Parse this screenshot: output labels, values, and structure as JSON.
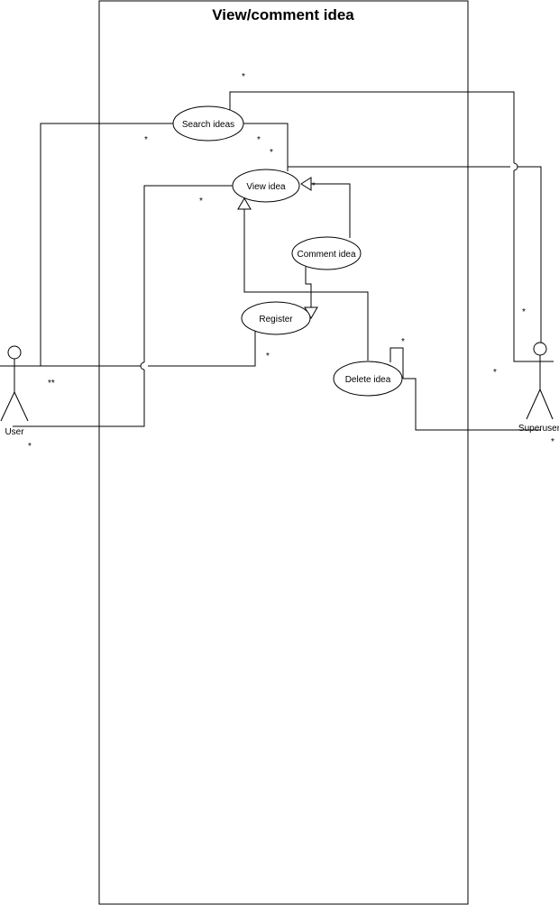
{
  "diagram": {
    "title": "View/comment idea",
    "use_cases": {
      "search_ideas": "Search ideas",
      "view_idea": "View idea",
      "comment_idea": "Comment idea",
      "register": "Register",
      "delete_idea": "Delete idea"
    },
    "actors": {
      "user": "User",
      "superuser": "Superuser"
    },
    "multiplicities": {
      "m1": "*",
      "m2": "*",
      "m3": "*",
      "m4": "*",
      "m5": "*",
      "m6": "*",
      "m7": "*",
      "m8": "*",
      "m9": "**",
      "m10": "*",
      "m11": "*",
      "m12": "*",
      "m13": "*"
    },
    "colors": {
      "stroke": "#000000",
      "background": "#ffffff"
    }
  }
}
